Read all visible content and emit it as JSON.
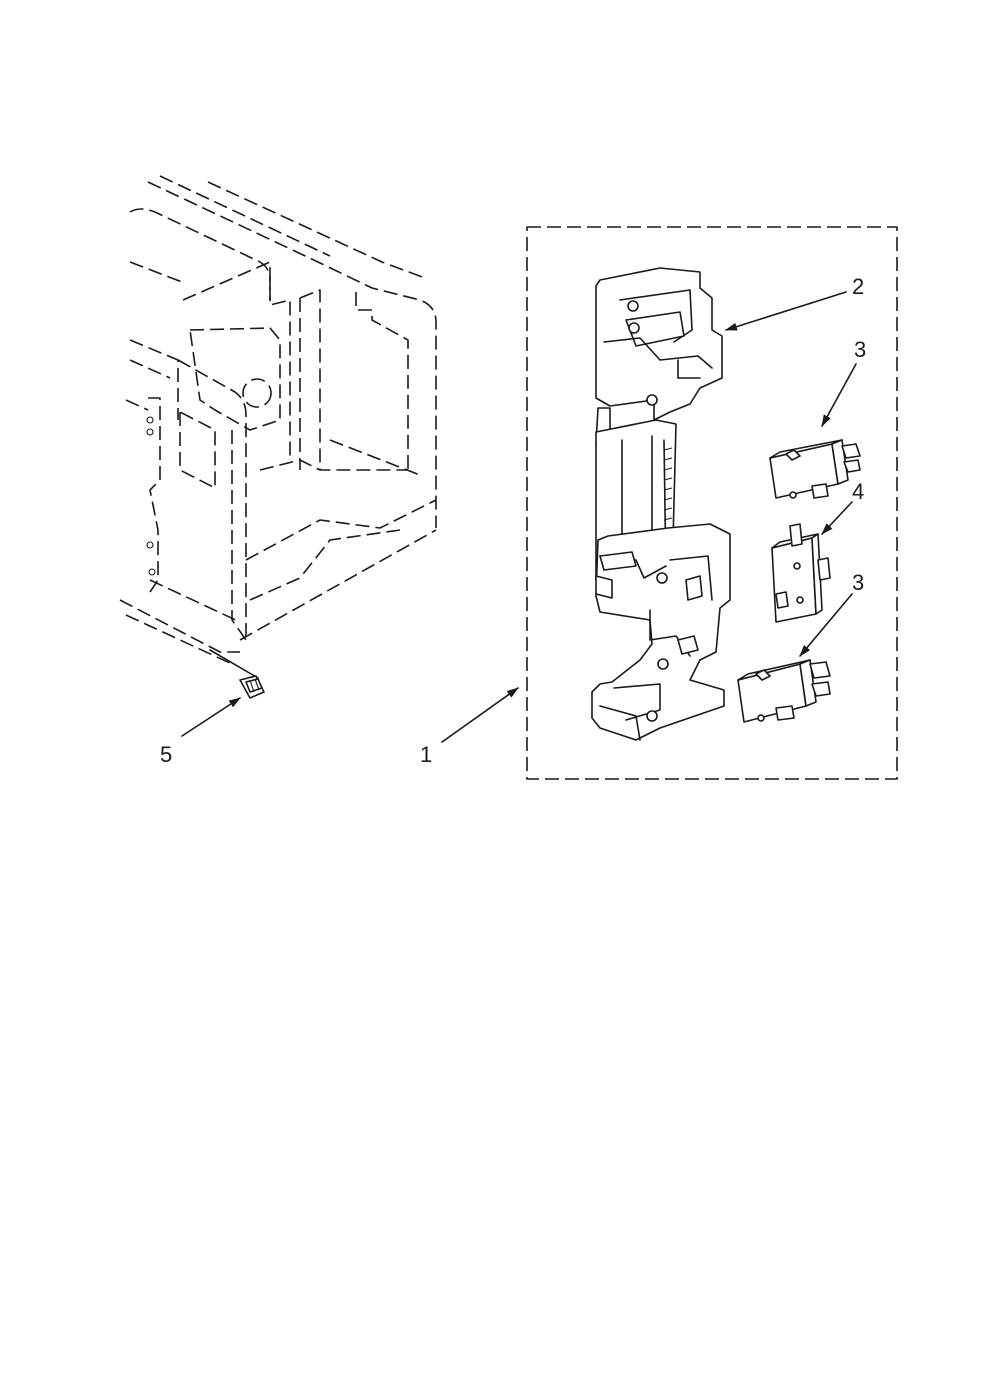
{
  "callouts": [
    {
      "id": "1",
      "label": "1"
    },
    {
      "id": "2",
      "label": "2"
    },
    {
      "id": "3a",
      "label": "3"
    },
    {
      "id": "3b",
      "label": "3"
    },
    {
      "id": "4",
      "label": "4"
    },
    {
      "id": "5",
      "label": "5"
    }
  ],
  "colors": {
    "line": "#1a1a1a",
    "background": "#ffffff"
  }
}
